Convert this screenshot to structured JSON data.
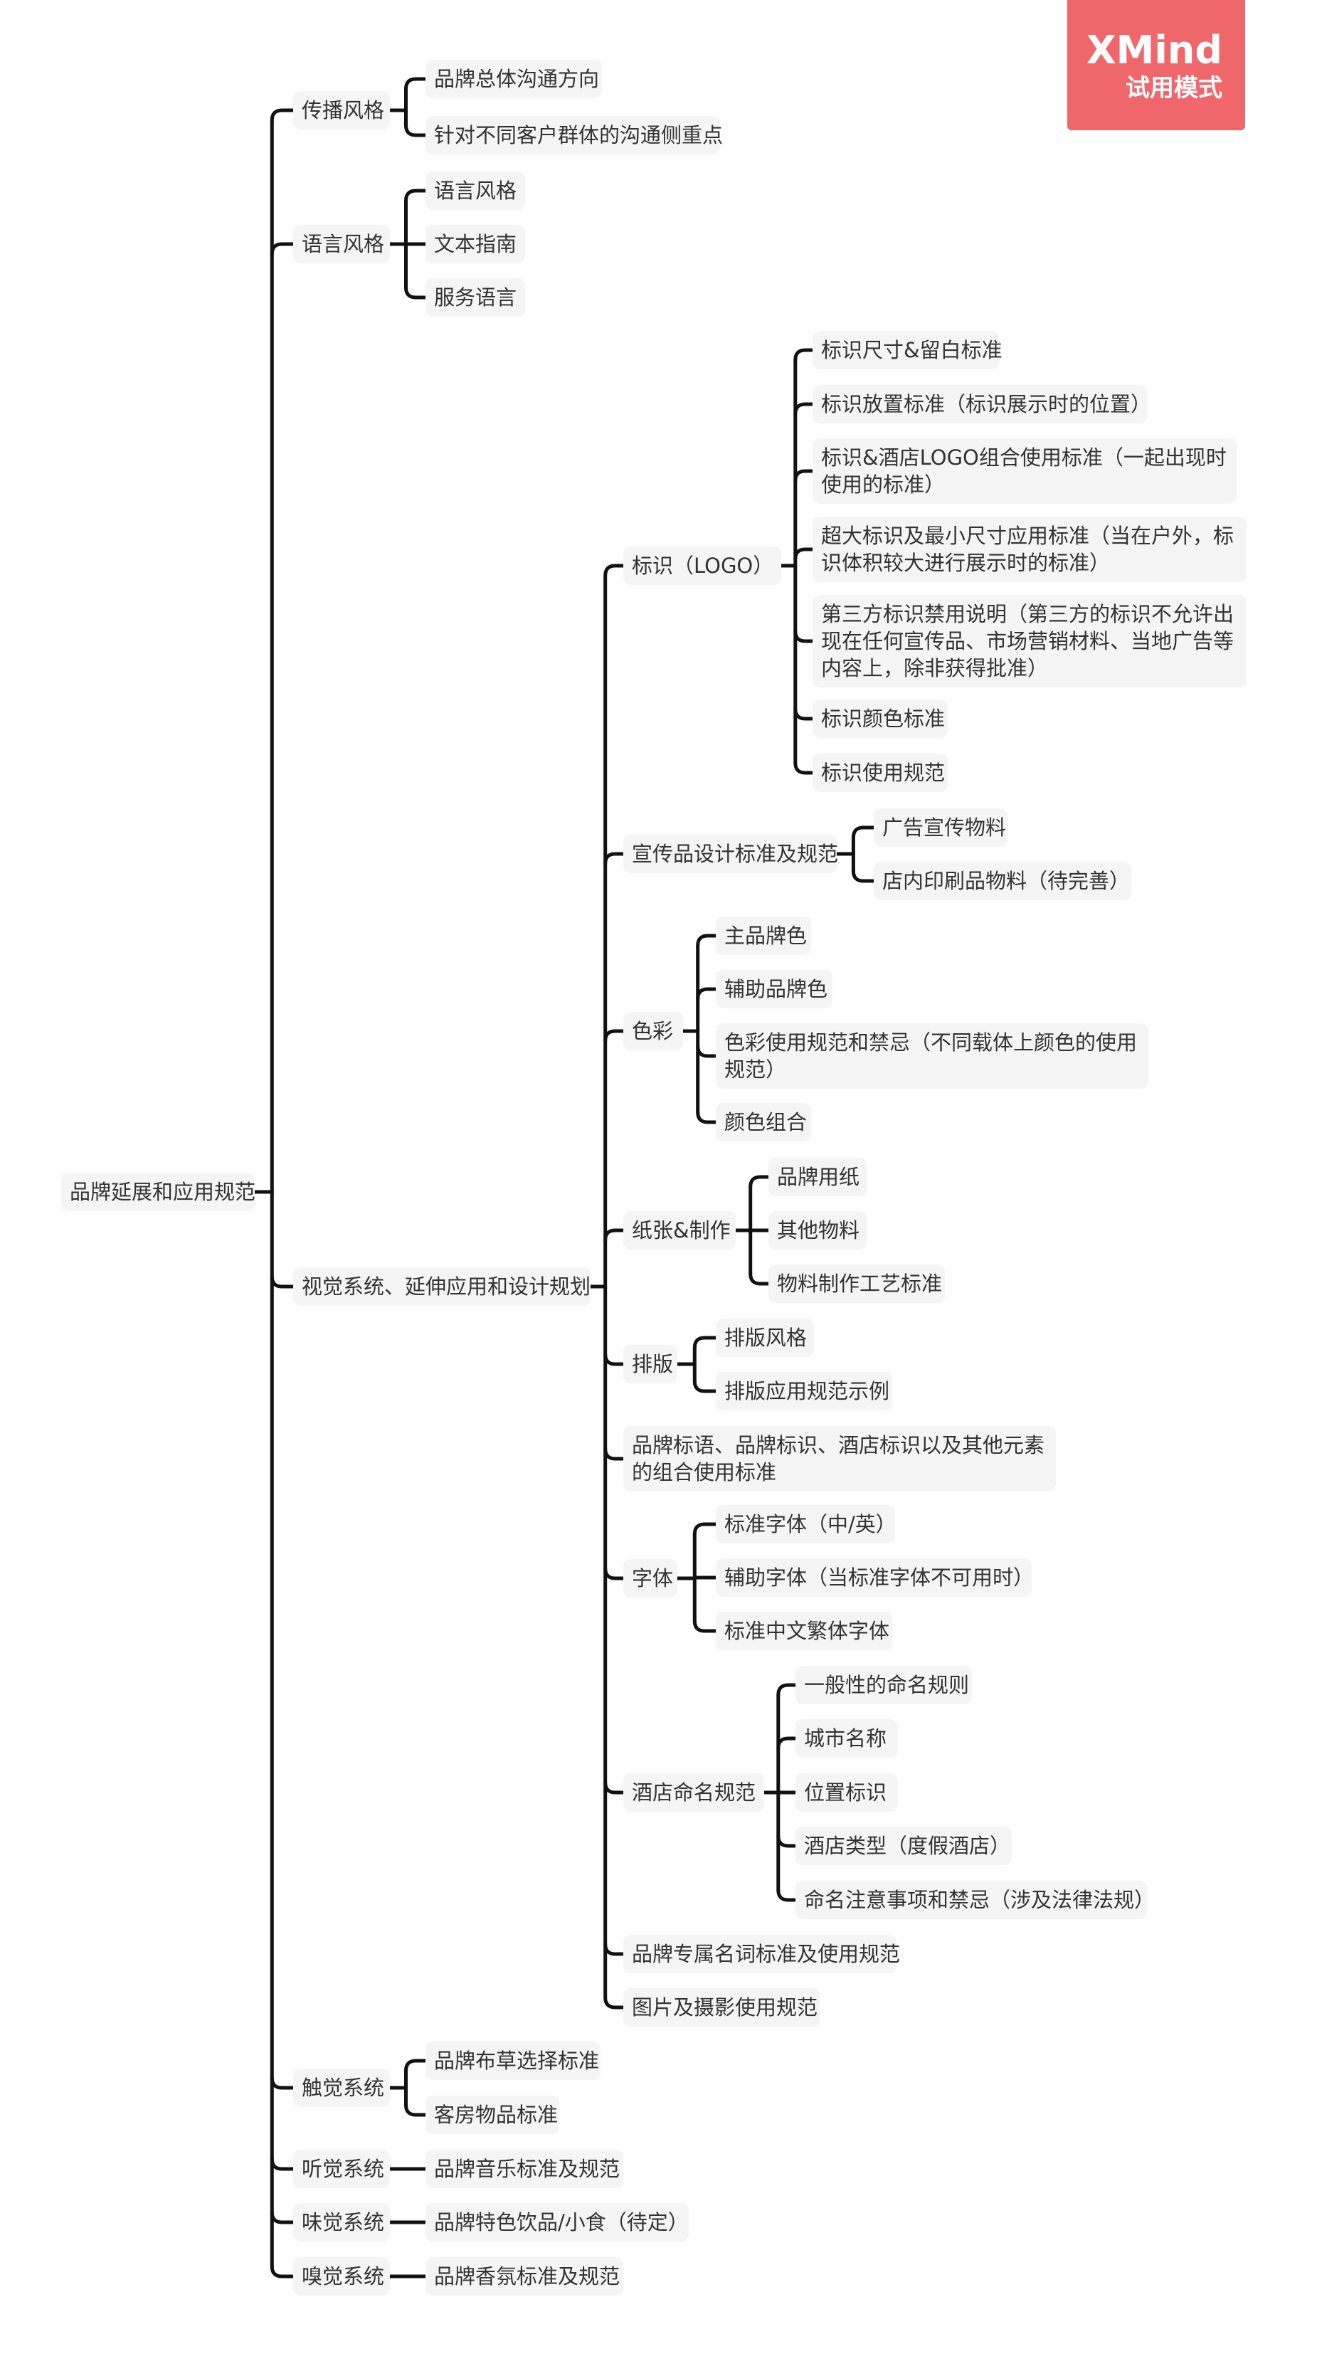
{
  "root": {
    "label": "品牌延展和应用规范",
    "children": [
      {
        "label": "传播风格",
        "children": [
          {
            "label": "品牌总体沟通方向"
          },
          {
            "label": "针对不同客户群体的沟通侧重点"
          }
        ]
      },
      {
        "label": "语言风格",
        "children": [
          {
            "label": "语言风格"
          },
          {
            "label": "文本指南"
          },
          {
            "label": "服务语言"
          }
        ]
      },
      {
        "label": "视觉系统、延伸应用和设计规划",
        "children": [
          {
            "label": "标识（LOGO）",
            "children": [
              {
                "label": "标识尺寸&留白标准"
              },
              {
                "label": "标识放置标准（标识展示时的位置）"
              },
              {
                "label": "标识&酒店LOGO组合使用标准（一起出现时使用的标准）"
              },
              {
                "label": "超大标识及最小尺寸应用标准（当在户外，标识体积较大进行展示时的标准）"
              },
              {
                "label": "第三方标识禁用说明（第三方的标识不允许出现在任何宣传品、市场营销材料、当地广告等内容上，除非获得批准）"
              },
              {
                "label": "标识颜色标准"
              },
              {
                "label": "标识使用规范"
              }
            ]
          },
          {
            "label": "宣传品设计标准及规范",
            "children": [
              {
                "label": "广告宣传物料"
              },
              {
                "label": "店内印刷品物料（待完善）"
              }
            ]
          },
          {
            "label": "色彩",
            "children": [
              {
                "label": "主品牌色"
              },
              {
                "label": "辅助品牌色"
              },
              {
                "label": "色彩使用规范和禁忌（不同载体上颜色的使用规范）"
              },
              {
                "label": "颜色组合"
              }
            ]
          },
          {
            "label": "纸张&制作",
            "children": [
              {
                "label": "品牌用纸"
              },
              {
                "label": "其他物料"
              },
              {
                "label": "物料制作工艺标准"
              }
            ]
          },
          {
            "label": "排版",
            "children": [
              {
                "label": "排版风格"
              },
              {
                "label": "排版应用规范示例"
              }
            ]
          },
          {
            "label": "品牌标语、品牌标识、酒店标识以及其他元素的组合使用标准"
          },
          {
            "label": "字体",
            "children": [
              {
                "label": "标准字体（中/英）"
              },
              {
                "label": "辅助字体（当标准字体不可用时）"
              },
              {
                "label": "标准中文繁体字体"
              }
            ]
          },
          {
            "label": "酒店命名规范",
            "children": [
              {
                "label": "一般性的命名规则"
              },
              {
                "label": "城市名称"
              },
              {
                "label": "位置标识"
              },
              {
                "label": "酒店类型（度假酒店）"
              },
              {
                "label": "命名注意事项和禁忌（涉及法律法规）"
              }
            ]
          },
          {
            "label": "品牌专属名词标准及使用规范"
          },
          {
            "label": "图片及摄影使用规范"
          }
        ]
      },
      {
        "label": "触觉系统",
        "children": [
          {
            "label": "品牌布草选择标准"
          },
          {
            "label": "客房物品标准"
          }
        ]
      },
      {
        "label": "听觉系统",
        "children": [
          {
            "label": "品牌音乐标准及规范"
          }
        ]
      },
      {
        "label": "味觉系统",
        "children": [
          {
            "label": "品牌特色饮品/小食（待定）"
          }
        ]
      },
      {
        "label": "嗅觉系统",
        "children": [
          {
            "label": "品牌香氛标准及规范"
          }
        ]
      }
    ]
  },
  "watermark": {
    "title": "XMind",
    "subtitle": "试用模式"
  },
  "colors": {
    "line": "#111111",
    "node_bg": "#f5f5f5",
    "text": "#333333",
    "watermark_bg": "#f0676b"
  }
}
